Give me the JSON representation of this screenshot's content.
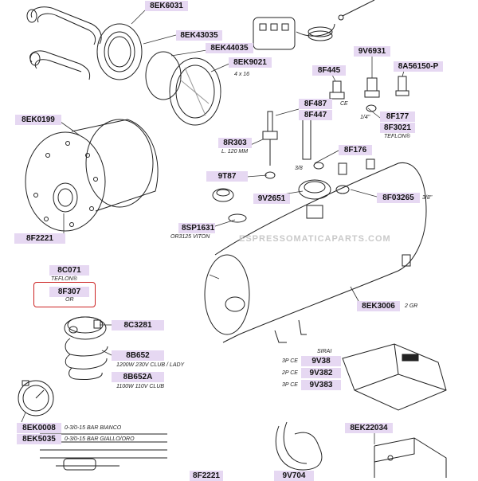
{
  "parts": {
    "p8EK6031": "8EK6031",
    "p8EK43035": "8EK43035",
    "p8EK44035": "8EK44035",
    "p8EK9021": "8EK9021",
    "p8EK0199": "8EK0199",
    "p8F2221": "8F2221",
    "p8F445": "8F445",
    "p9V6931": "9V6931",
    "p8A56150P": "8A56150-P",
    "p8F487": "8F487",
    "p8F447": "8F447",
    "p8F177": "8F177",
    "p8F3021": "8F3021",
    "p8R303": "8R303",
    "p8F176": "8F176",
    "p9T87": "9T87",
    "p9V2651": "9V2651",
    "p8F03265": "8F03265",
    "p8SP1631": "8SP1631",
    "p8C071": "8C071",
    "p8F307": "8F307",
    "p8C3281": "8C3281",
    "p8EK3006": "8EK3006",
    "p8B652": "8B652",
    "p8B652A": "8B652A",
    "p9V38": "9V38",
    "p9V382": "9V382",
    "p9V383": "9V383",
    "p8EK0008": "8EK0008",
    "p8EK5035": "8EK5035",
    "p8EK22034": "8EK22034",
    "p8F2221b": "8F2221",
    "p9V704": "9V704"
  },
  "notes": {
    "n4x16": "4 x 16",
    "nCE": "CE",
    "nQuarter": "1/4\"",
    "nTeflon1": "TEFLON®",
    "nL120": "L. 120 MM",
    "n38a": "3/8",
    "n38b": "3/8\"",
    "nOR3125": "OR3125 VITON",
    "nTeflon2": "TEFLON®",
    "nOR": "OR",
    "n2GR": "2 GR",
    "n1200": "1200W 230V CLUB / LADY",
    "n1100": "1100W 110V CLUB",
    "nSirai": "SIRAI",
    "n3p1": "3P CE",
    "n2p": "2P CE",
    "n3p2": "3P CE",
    "nBianco": "0-3/0-15  BAR  BIANCO",
    "nGiallo": "0-3/0-15  BAR  GIALLO/ORO"
  },
  "watermark": "ESPRESSOMATICAPARTS.COM"
}
